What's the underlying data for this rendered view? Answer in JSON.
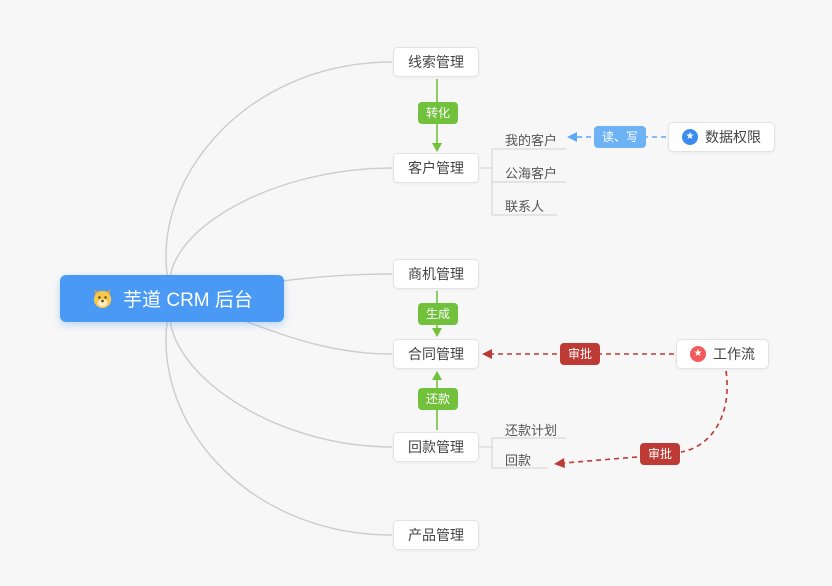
{
  "root": {
    "label": "芋道 CRM 后台"
  },
  "modules": {
    "leads": "线索管理",
    "customers": "客户管理",
    "opportunities": "商机管理",
    "contracts": "合同管理",
    "payments": "回款管理",
    "products": "产品管理"
  },
  "customer_children": [
    "我的客户",
    "公海客户",
    "联系人"
  ],
  "payment_children": [
    "还款计划",
    "回款"
  ],
  "edge_labels": {
    "convert": "转化",
    "read_write": "读、写",
    "generate": "生成",
    "repay": "还款",
    "approve_contract": "审批",
    "approve_payment": "审批"
  },
  "integrations": {
    "data_permission": "数据权限",
    "workflow": "工作流"
  },
  "icons": {
    "root": "dog-face-icon",
    "data_permission": "star-icon",
    "workflow": "star-icon",
    "star_glyph": "★"
  },
  "colors": {
    "background": "#F7F7F7",
    "root_node": "#4A9AF5",
    "green_badge": "#72C13C",
    "blue_badge": "#6CB2F5",
    "red_badge": "#BE3A34",
    "data_permission_icon": "#3B8CEF",
    "workflow_icon": "#F25B5B",
    "connector_gray": "#CCCCCC"
  }
}
